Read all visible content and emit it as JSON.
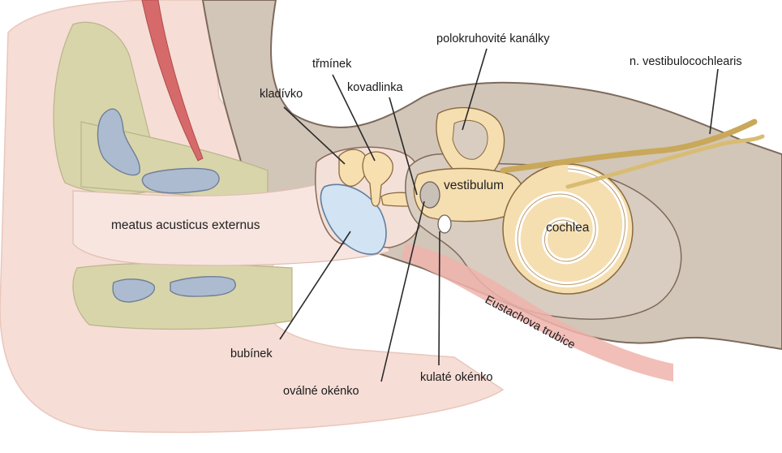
{
  "labels": {
    "semicircular_canals": "polokruhovité kanálky",
    "vestibulocochlear_nerve": "n. vestibulocochlearis",
    "stapes": "třmínek",
    "malleus": "kladívko",
    "incus": "kovadlinka",
    "vestibule": "vestibulum",
    "external_canal": "meatus acusticus externus",
    "cochlea": "cochlea",
    "eustachian_tube": "Eustachova trubice",
    "eardrum": "bubínek",
    "round_window": "kulaté okénko",
    "oval_window": "oválné okénko"
  },
  "colors": {
    "skin_light": "#f7e1db",
    "skin_mid": "#efcabe",
    "outline": "#8a6a5a",
    "bone_taupe": "#d8cbb9",
    "temporal_gray": "#cdbfb2",
    "cartilage_olive": "#d7d3a6",
    "fat_blue": "#aebbd0",
    "ossicle_yellow": "#f7dfb0",
    "labyrinth_cream": "#f5deb0",
    "nerve_gold": "#c9a85a",
    "vessel_red": "#d36464",
    "eardrum_blue": "#cfe1f2"
  }
}
